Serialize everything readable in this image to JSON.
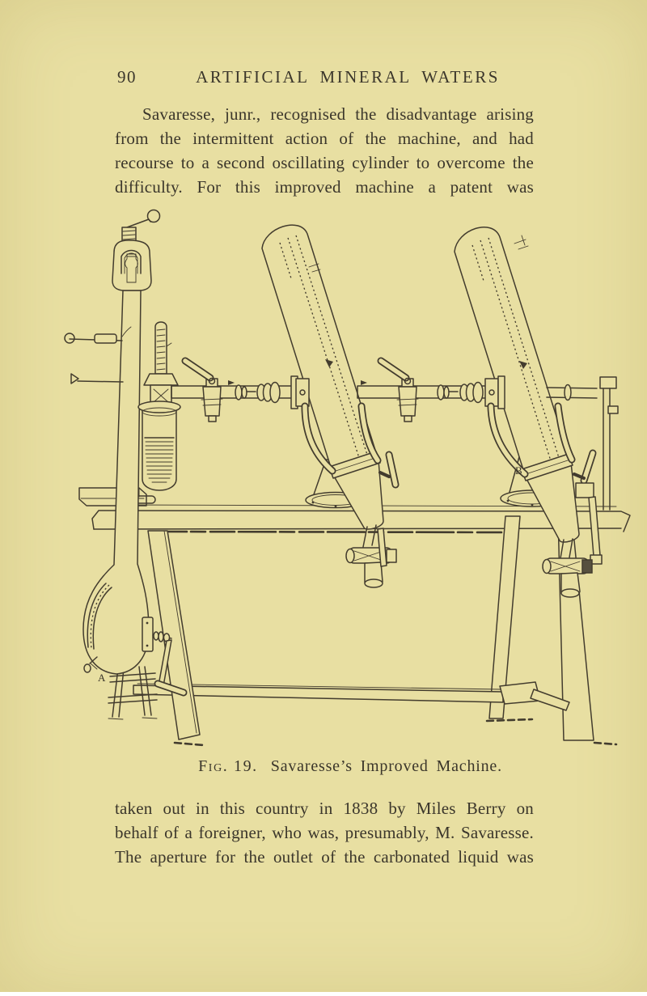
{
  "page": {
    "background_color": "#e8dfa2",
    "ink_color": "#3b362b",
    "page_number": "90",
    "running_title": "ARTIFICIAL MINERAL WATERS"
  },
  "body": {
    "paragraph1": {
      "lines": [
        "Savaresse, junr., recognised the disadvantage arising",
        "from the intermittent action of the machine, and had",
        "recourse to a second oscillating cylinder to overcome the",
        "difficulty. For this improved machine a patent was"
      ]
    },
    "paragraph2": {
      "lines": [
        "taken out in this country in 1838 by Miles Berry on",
        "behalf of a foreigner, who was, presumably, M. Savaresse.",
        "The aperture for the outlet of the carbonated liquid was"
      ]
    }
  },
  "figure": {
    "caption_label": "Fig. 19.",
    "caption_text": "Savaresse’s Improved Machine.",
    "part_labels": {
      "a": "A",
      "b": "B"
    }
  }
}
